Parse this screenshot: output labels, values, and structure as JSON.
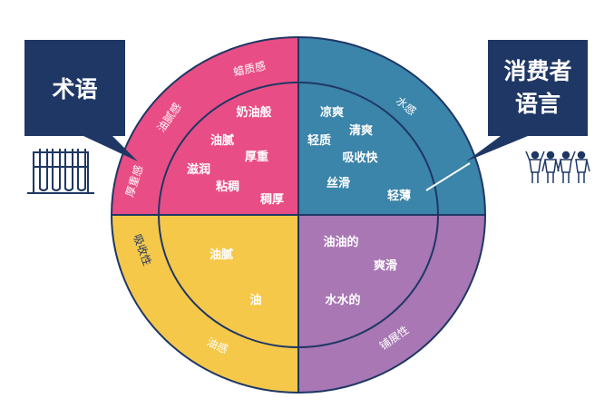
{
  "callouts": {
    "left_label": "术语",
    "right_line1": "消费者",
    "right_line2": "语言"
  },
  "colors": {
    "top_left": "#e84e85",
    "top_right": "#3b84aa",
    "bottom_left": "#f5c84a",
    "bottom_right": "#a877b4",
    "outline": "#1f3764",
    "callout": "#1f3764"
  },
  "quadrants": {
    "top_left": {
      "outer": [
        "蜡质感",
        "油腻感",
        "厚重感"
      ],
      "inner": [
        "奶油般",
        "油腻",
        "厚重",
        "滋润",
        "粘稠",
        "稠厚"
      ]
    },
    "top_right": {
      "outer": [
        "水感"
      ],
      "inner": [
        "凉爽",
        "清爽",
        "轻质",
        "吸收快",
        "丝滑",
        "轻薄"
      ]
    },
    "bottom_left": {
      "outer": [
        "吸收性",
        "油感"
      ],
      "inner": [
        "油腻",
        "油"
      ]
    },
    "bottom_right": {
      "outer": [
        "铺展性"
      ],
      "inner": [
        "油油的",
        "爽滑",
        "水水的"
      ]
    }
  },
  "icons": {
    "left": "test-tubes-icon",
    "right": "consumers-group-icon"
  }
}
